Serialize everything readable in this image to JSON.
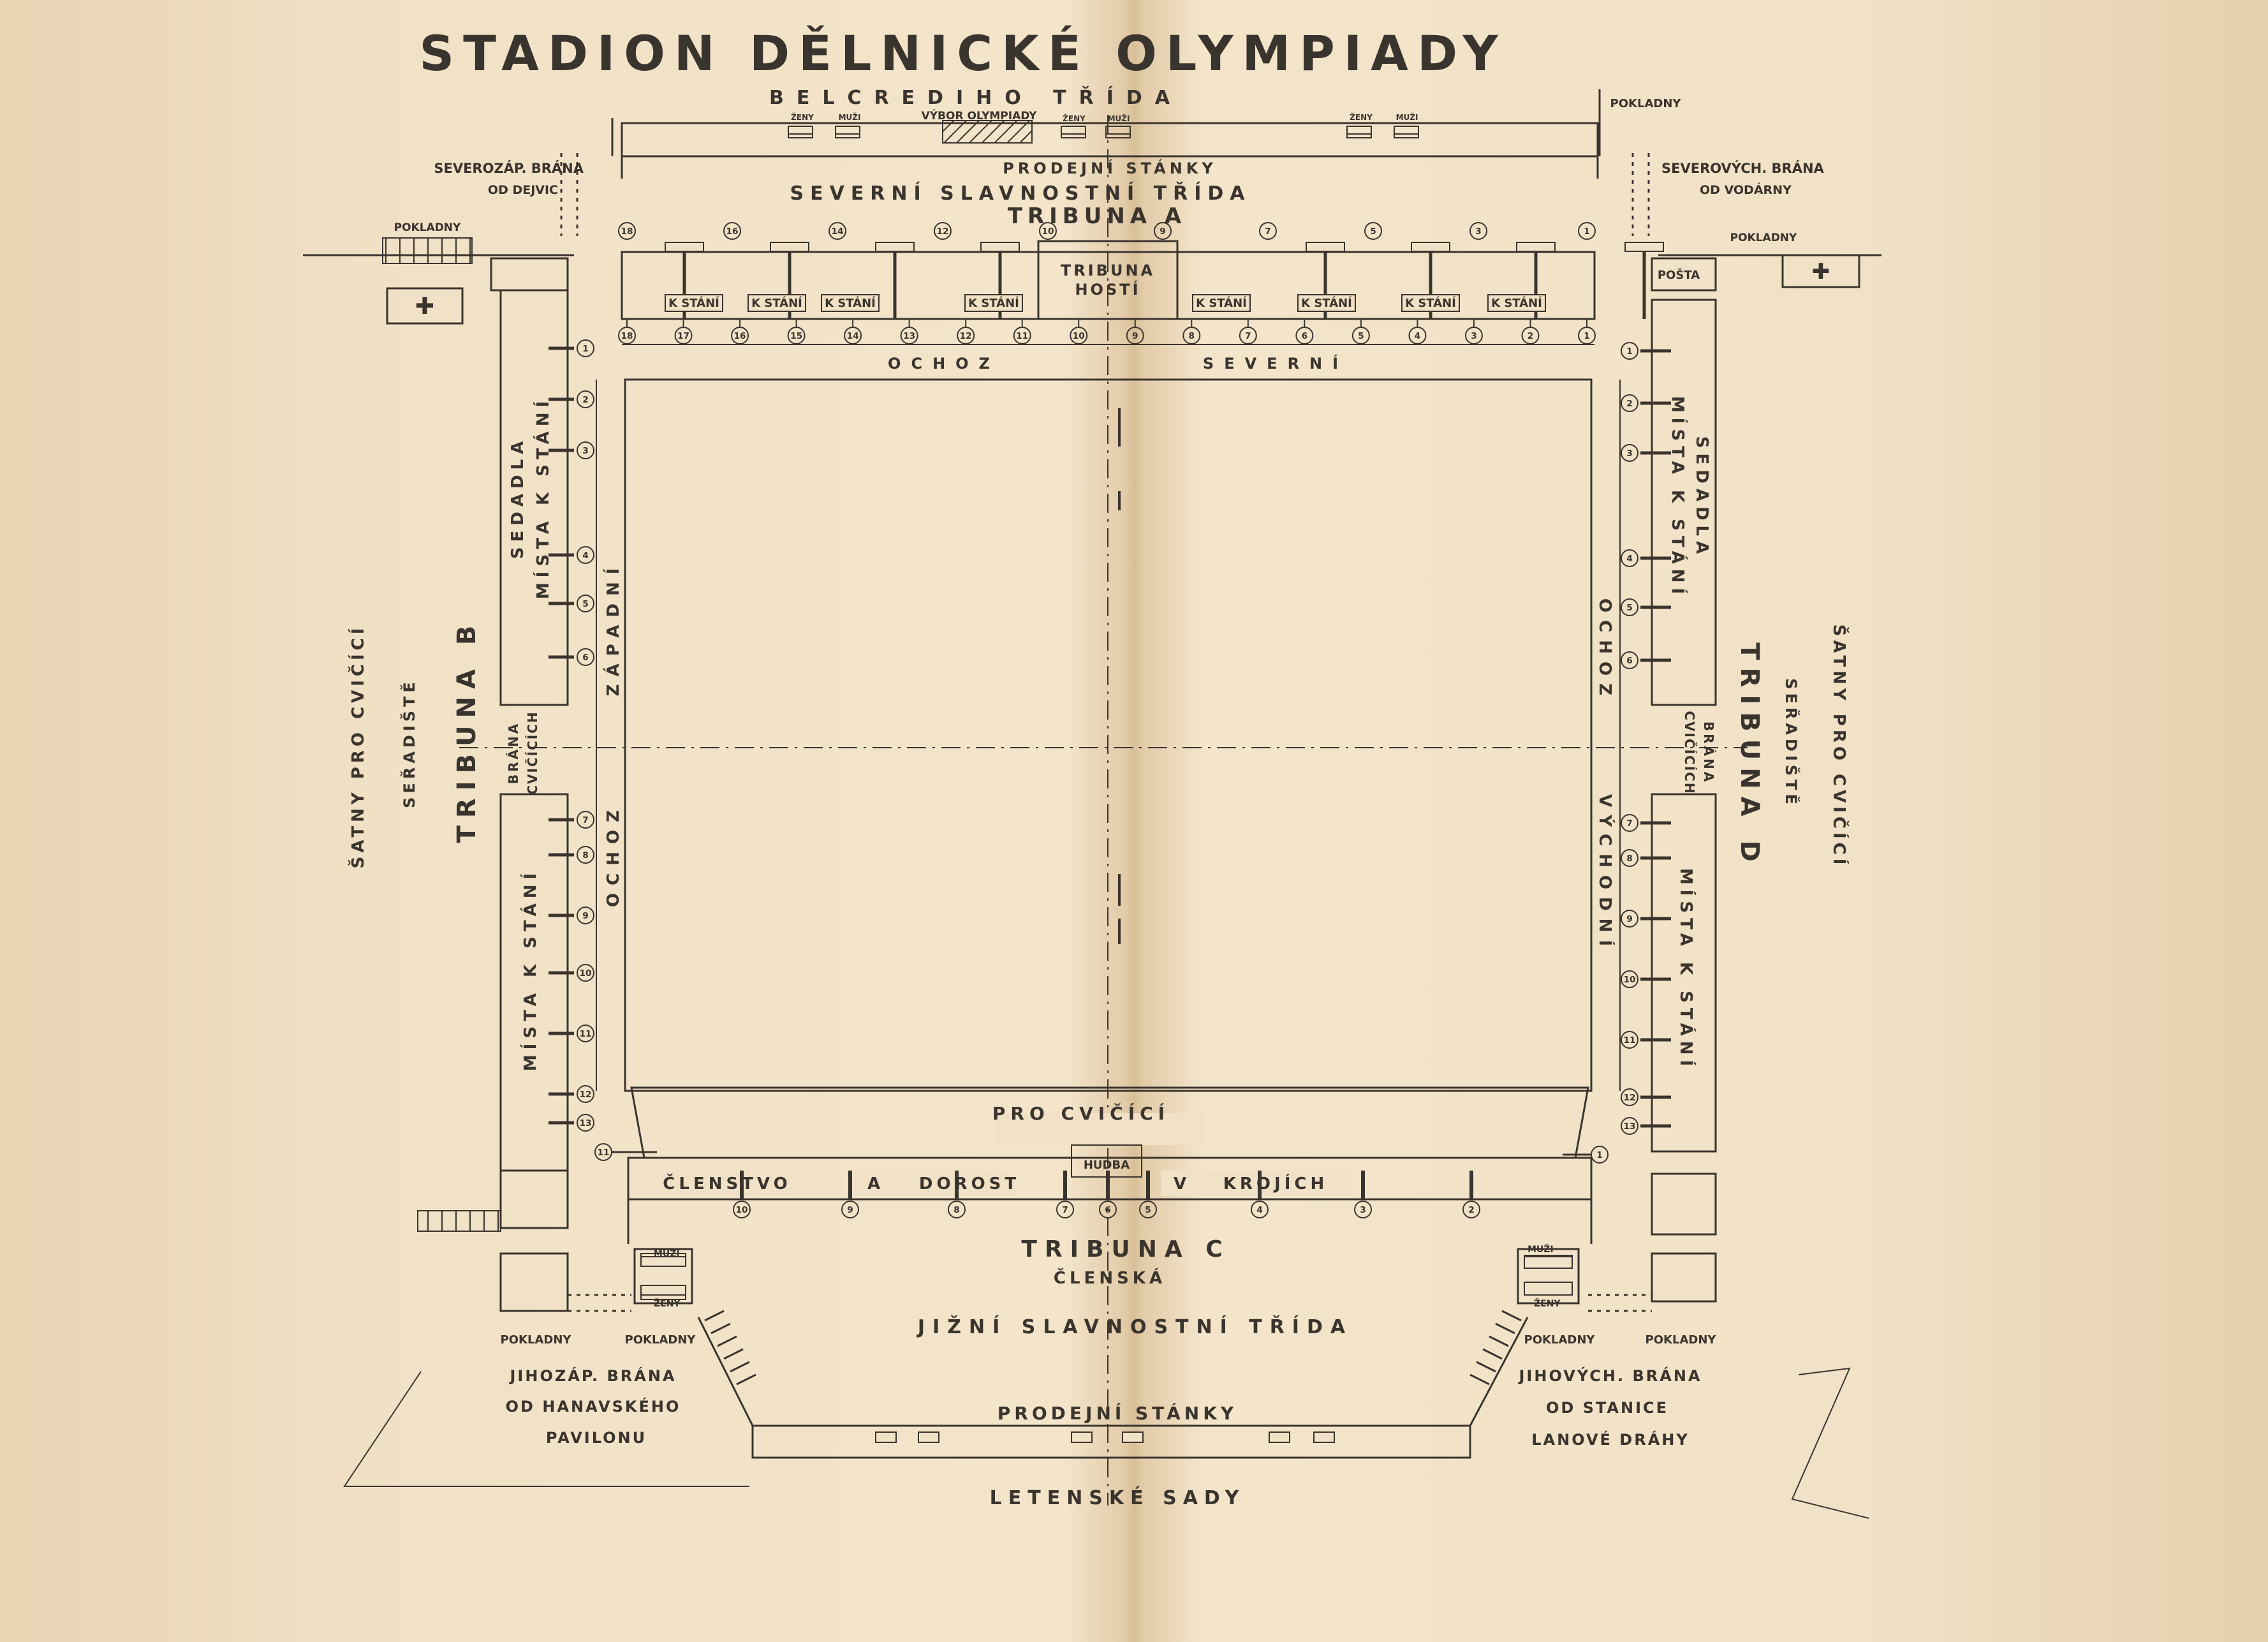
{
  "title": "STADION DĚLNICKÉ OLYMPIADY",
  "streets": {
    "north": "BELCREDIHO TŘÍDA",
    "north_avenue": "SEVERNÍ SLAVNOSTNÍ TŘÍDA",
    "south_avenue": "JIŽNÍ SLAVNOSTNÍ TŘÍDA",
    "south": "LETENSKÉ SADY"
  },
  "north_building": {
    "committee": "VÝBOR OLYMPIADY",
    "women": "ŽENY",
    "men": "MUŽI",
    "stalls": "PRODEJNÍ STÁNKY",
    "ticket_office": "POKLADNY"
  },
  "gates": {
    "northwest": [
      "SEVEROZÁP. BRÁNA",
      "OD DEJVIC"
    ],
    "northeast": [
      "SEVEROVÝCH. BRÁNA",
      "OD VODÁRNY"
    ],
    "southwest": [
      "JIHOZÁP. BRÁNA",
      "OD HANAVSKÉHO",
      "PAVILONU"
    ],
    "southeast": [
      "JIHOVÝCH. BRÁNA",
      "OD STANICE",
      "LANOVÉ DRÁHY"
    ]
  },
  "pokladny": "POKLADNY",
  "posta": "POŠTA",
  "men": "MUŽI",
  "women": "ŽENY",
  "tribune_a": {
    "label": "TRIBUNA A",
    "guests": [
      "TRIBUNA",
      "HOSTÍ"
    ],
    "standing": "K STÁNÍ",
    "upper_numbers": [
      "18",
      "16",
      "14",
      "12",
      "10",
      "9",
      "7",
      "5",
      "3",
      "1"
    ],
    "lower_numbers": [
      "18",
      "17",
      "16",
      "15",
      "14",
      "13",
      "12",
      "11",
      "10",
      "9",
      "8",
      "7",
      "6",
      "5",
      "4",
      "3",
      "2",
      "1"
    ]
  },
  "walkways": {
    "north": [
      "OCHOZ",
      "SEVERNÍ"
    ],
    "west": [
      "OCHOZ",
      "ZÁPADNÍ"
    ],
    "east": [
      "OCHOZ",
      "VÝCHODNÍ"
    ]
  },
  "tribune_b": {
    "label": "TRIBUNA B",
    "seats": "SEDADLA",
    "standing": "MÍSTA K STÁNÍ",
    "gate": [
      "BRÁNA",
      "CVIČÍCÍCH"
    ],
    "numbers": [
      "1",
      "2",
      "3",
      "4",
      "5",
      "6",
      "7",
      "8",
      "9",
      "10",
      "11",
      "12",
      "13"
    ]
  },
  "tribune_d": {
    "label": "TRIBUNA D",
    "seats": "SEDADLA",
    "standing": "MÍSTA K STÁNÍ",
    "gate": [
      "BRÁNA",
      "CVIČÍCÍCH"
    ],
    "numbers": [
      "1",
      "2",
      "3",
      "4",
      "5",
      "6",
      "7",
      "8",
      "9",
      "10",
      "11",
      "12",
      "13"
    ]
  },
  "changing_rooms": [
    "ŠATNY PRO CVIČÍCÍ",
    "SEŘADIŠTĚ"
  ],
  "tribune_c": {
    "label": "TRIBUNA C",
    "sublabel": "ČLENSKÁ",
    "for_exercisers": "PRO CVIČÍCÍ",
    "members": [
      "ČLENSTVO",
      "A",
      "DOROST",
      "V",
      "KROJÍCH"
    ],
    "music": "HUDBA",
    "numbers": [
      "10",
      "9",
      "8",
      "7",
      "6",
      "5",
      "4",
      "3",
      "2"
    ],
    "side_numbers": [
      "11",
      "1"
    ]
  }
}
